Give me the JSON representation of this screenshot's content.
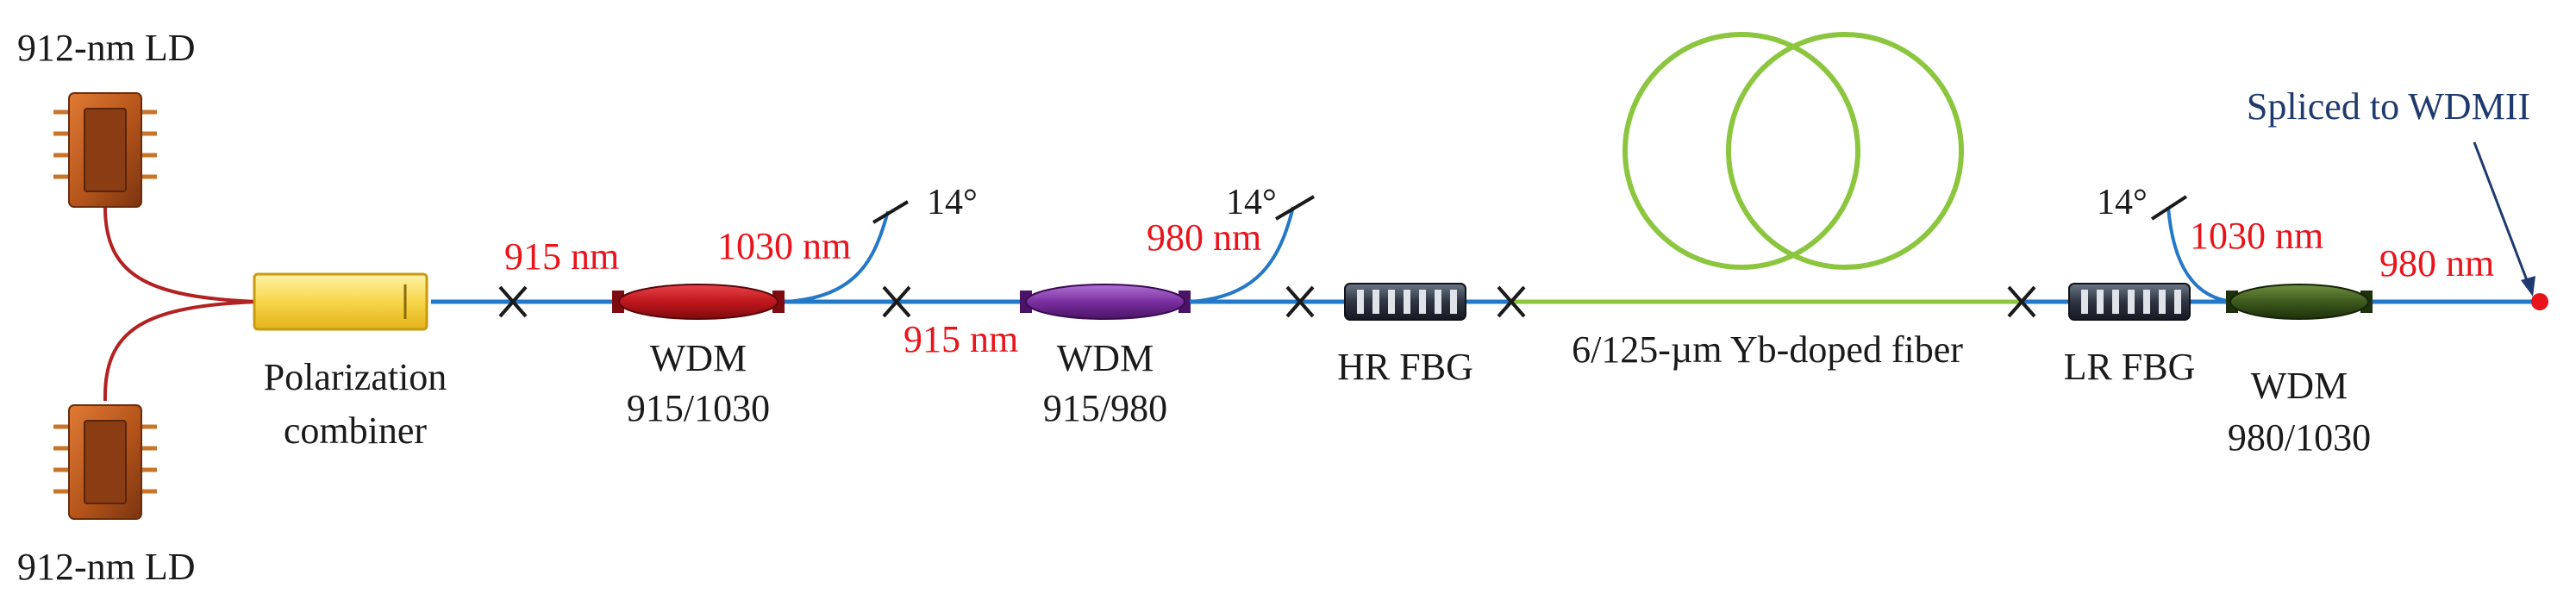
{
  "diagram": {
    "lasers": {
      "top_label": "912-nm LD",
      "bottom_label": "912-nm LD"
    },
    "combiner": {
      "label_line1": "Polarization",
      "label_line2": "combiner"
    },
    "wdm1": {
      "label_line1": "WDM",
      "label_line2": "915/1030"
    },
    "wdm2": {
      "label_line1": "WDM",
      "label_line2": "915/980"
    },
    "wdm3": {
      "label_line1": "WDM",
      "label_line2": "980/1030"
    },
    "hr_fbg": {
      "label": "HR FBG"
    },
    "lr_fbg": {
      "label": "LR FBG"
    },
    "gain_fiber": {
      "label": "6/125-µm Yb-doped fiber"
    },
    "wavelengths": {
      "w915_a": "915 nm",
      "w1030_a": "1030 nm",
      "w915_b": "915 nm",
      "w980_a": "980 nm",
      "w1030_b": "1030 nm",
      "w980_b": "980 nm"
    },
    "angles": {
      "a1": "14°",
      "a2": "14°",
      "a3": "14°"
    },
    "output": {
      "label": "Spliced to WDMII"
    },
    "colors": {
      "fiber": "#2478c8",
      "pump_fiber": "#b22222",
      "gain_fiber": "#8cc63f",
      "wavelength_text": "#e8141b",
      "output_text": "#1f3a6e",
      "laser_body": "#b4541a",
      "combiner_body": "#f7d64a",
      "wdm1": "#c0161c",
      "wdm2": "#7a2fa0",
      "wdm3": "#3d5a1e",
      "fbg": "#2e3440",
      "output_dot": "#e8141b"
    }
  }
}
